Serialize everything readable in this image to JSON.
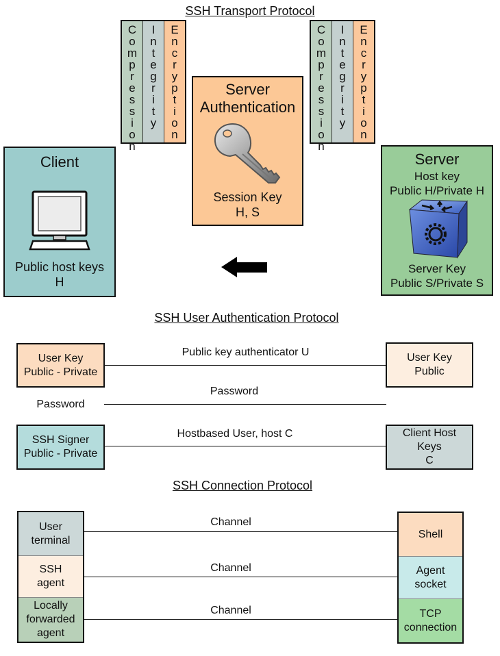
{
  "transport": {
    "title": "SSH Transport Protocol",
    "stack_columns": [
      {
        "letters": [
          "C",
          "o",
          "m",
          "p",
          "r",
          "e",
          "s",
          "s",
          "i",
          "o",
          "n"
        ],
        "color": "#bcd0c0"
      },
      {
        "letters": [
          "I",
          "n",
          "t",
          "e",
          "g",
          "r",
          "i",
          "t",
          "y"
        ],
        "color": "#c4d0cf"
      },
      {
        "letters": [
          "E",
          "n",
          "c",
          "r",
          "y",
          "p",
          "t",
          "i",
          "o",
          "n"
        ],
        "color": "#fcc89c"
      }
    ],
    "server_auth": {
      "title_line1": "Server",
      "title_line2": "Authentication",
      "key_line1": "Session Key",
      "key_line2": "H, S",
      "color": "#fcc896"
    },
    "client": {
      "title": "Client",
      "line1": "Public host keys",
      "line2": "H",
      "color": "#9ccccc"
    },
    "server": {
      "title": "Server",
      "line1": "Host key",
      "line2": "Public H/Private H",
      "line3": "Server Key",
      "line4": "Public S/Private S",
      "color": "#99cc99"
    },
    "arrow_direction": "left"
  },
  "user_auth": {
    "title": "SSH User Authentication Protocol",
    "rows": [
      {
        "left_line1": "User Key",
        "left_line2": "Public - Private",
        "left_color": "#fcdcc0",
        "label": "Public key authenticator U",
        "right_line1": "User Key",
        "right_line2": "Public",
        "right_line3": "",
        "right_color": "#fdeee0"
      },
      {
        "left_text": "Password",
        "label": "Password"
      },
      {
        "left_line1": "SSH Signer",
        "left_line2": "Public - Private",
        "left_color": "#b4dcdc",
        "label": "Hostbased User, host C",
        "right_line1": "Client Host",
        "right_line2": "Keys",
        "right_line3": "C",
        "right_color": "#ccd8d8"
      }
    ]
  },
  "connection": {
    "title": "SSH Connection Protocol",
    "channels": [
      {
        "left_line1": "User",
        "left_line2": "terminal",
        "left_line3": "",
        "left_color": "#ccd8d8",
        "label": "Channel",
        "right_line1": "Shell",
        "right_line2": "",
        "right_color": "#fcdcc0"
      },
      {
        "left_line1": "SSH",
        "left_line2": "agent",
        "left_line3": "",
        "left_color": "#fdeee0",
        "label": "Channel",
        "right_line1": "Agent",
        "right_line2": "socket",
        "right_color": "#c8eaea"
      },
      {
        "left_line1": "Locally",
        "left_line2": "forwarded",
        "left_line3": "agent",
        "left_color": "#b8d0b8",
        "label": "Channel",
        "right_line1": "TCP",
        "right_line2": "connection",
        "right_color": "#a4dca4"
      }
    ]
  }
}
